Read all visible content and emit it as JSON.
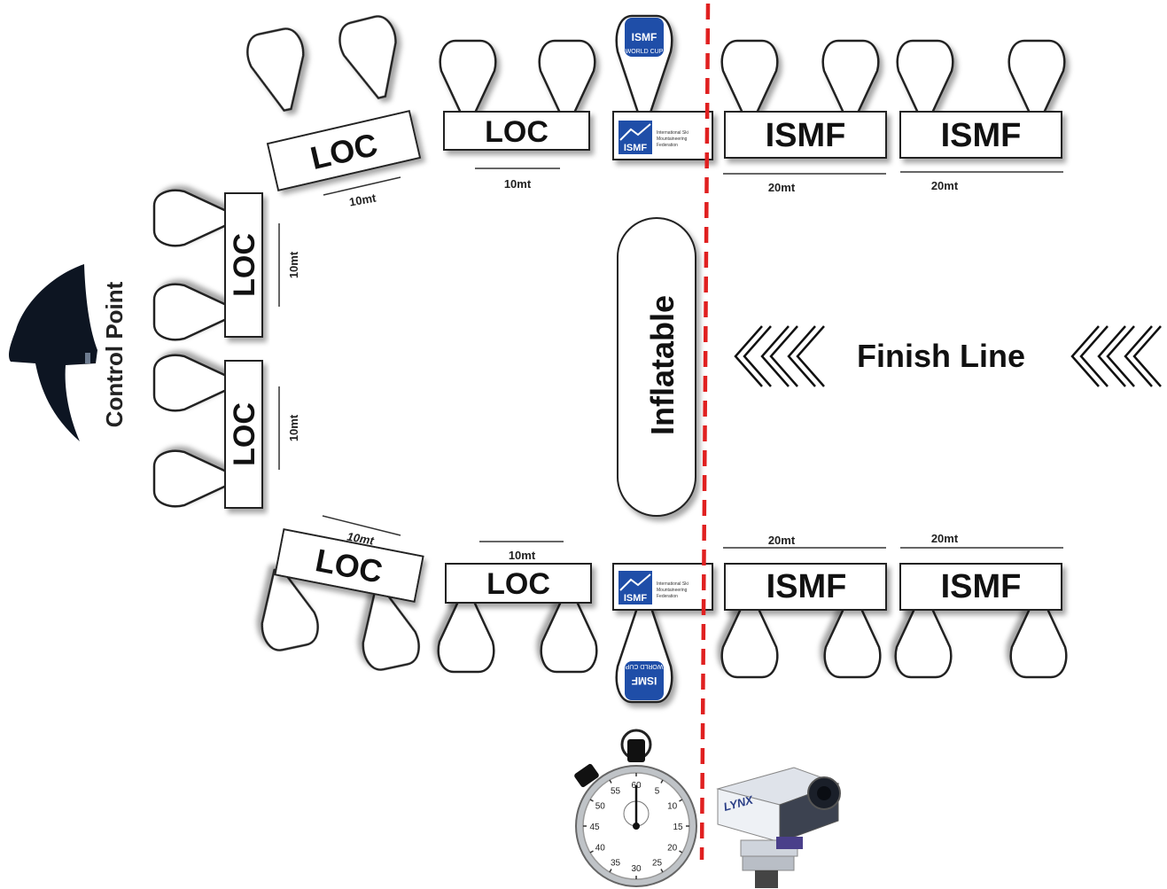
{
  "labels": {
    "loc": "LOC",
    "ismf": "ISMF",
    "inflatable": "Inflatable",
    "finish_line": "Finish Line",
    "control_point": "Control Point",
    "dim_10": "10mt",
    "dim_20": "20mt",
    "ismf_logo": "ISMF",
    "ismf_logo_sub": "WORLD CUP",
    "ismf_full_name_1": "International Ski",
    "ismf_full_name_2": "Mountaineering",
    "ismf_full_name_3": "Federation",
    "camera_brand": "LYNX",
    "stopwatch_marks": [
      "60",
      "5",
      "10",
      "15",
      "20",
      "25",
      "30",
      "35",
      "40",
      "45",
      "50",
      "55"
    ]
  },
  "colors": {
    "finish_line": "#e02020",
    "ismf_blue": "#1f4ea8",
    "tent_black": "#0d1522"
  }
}
